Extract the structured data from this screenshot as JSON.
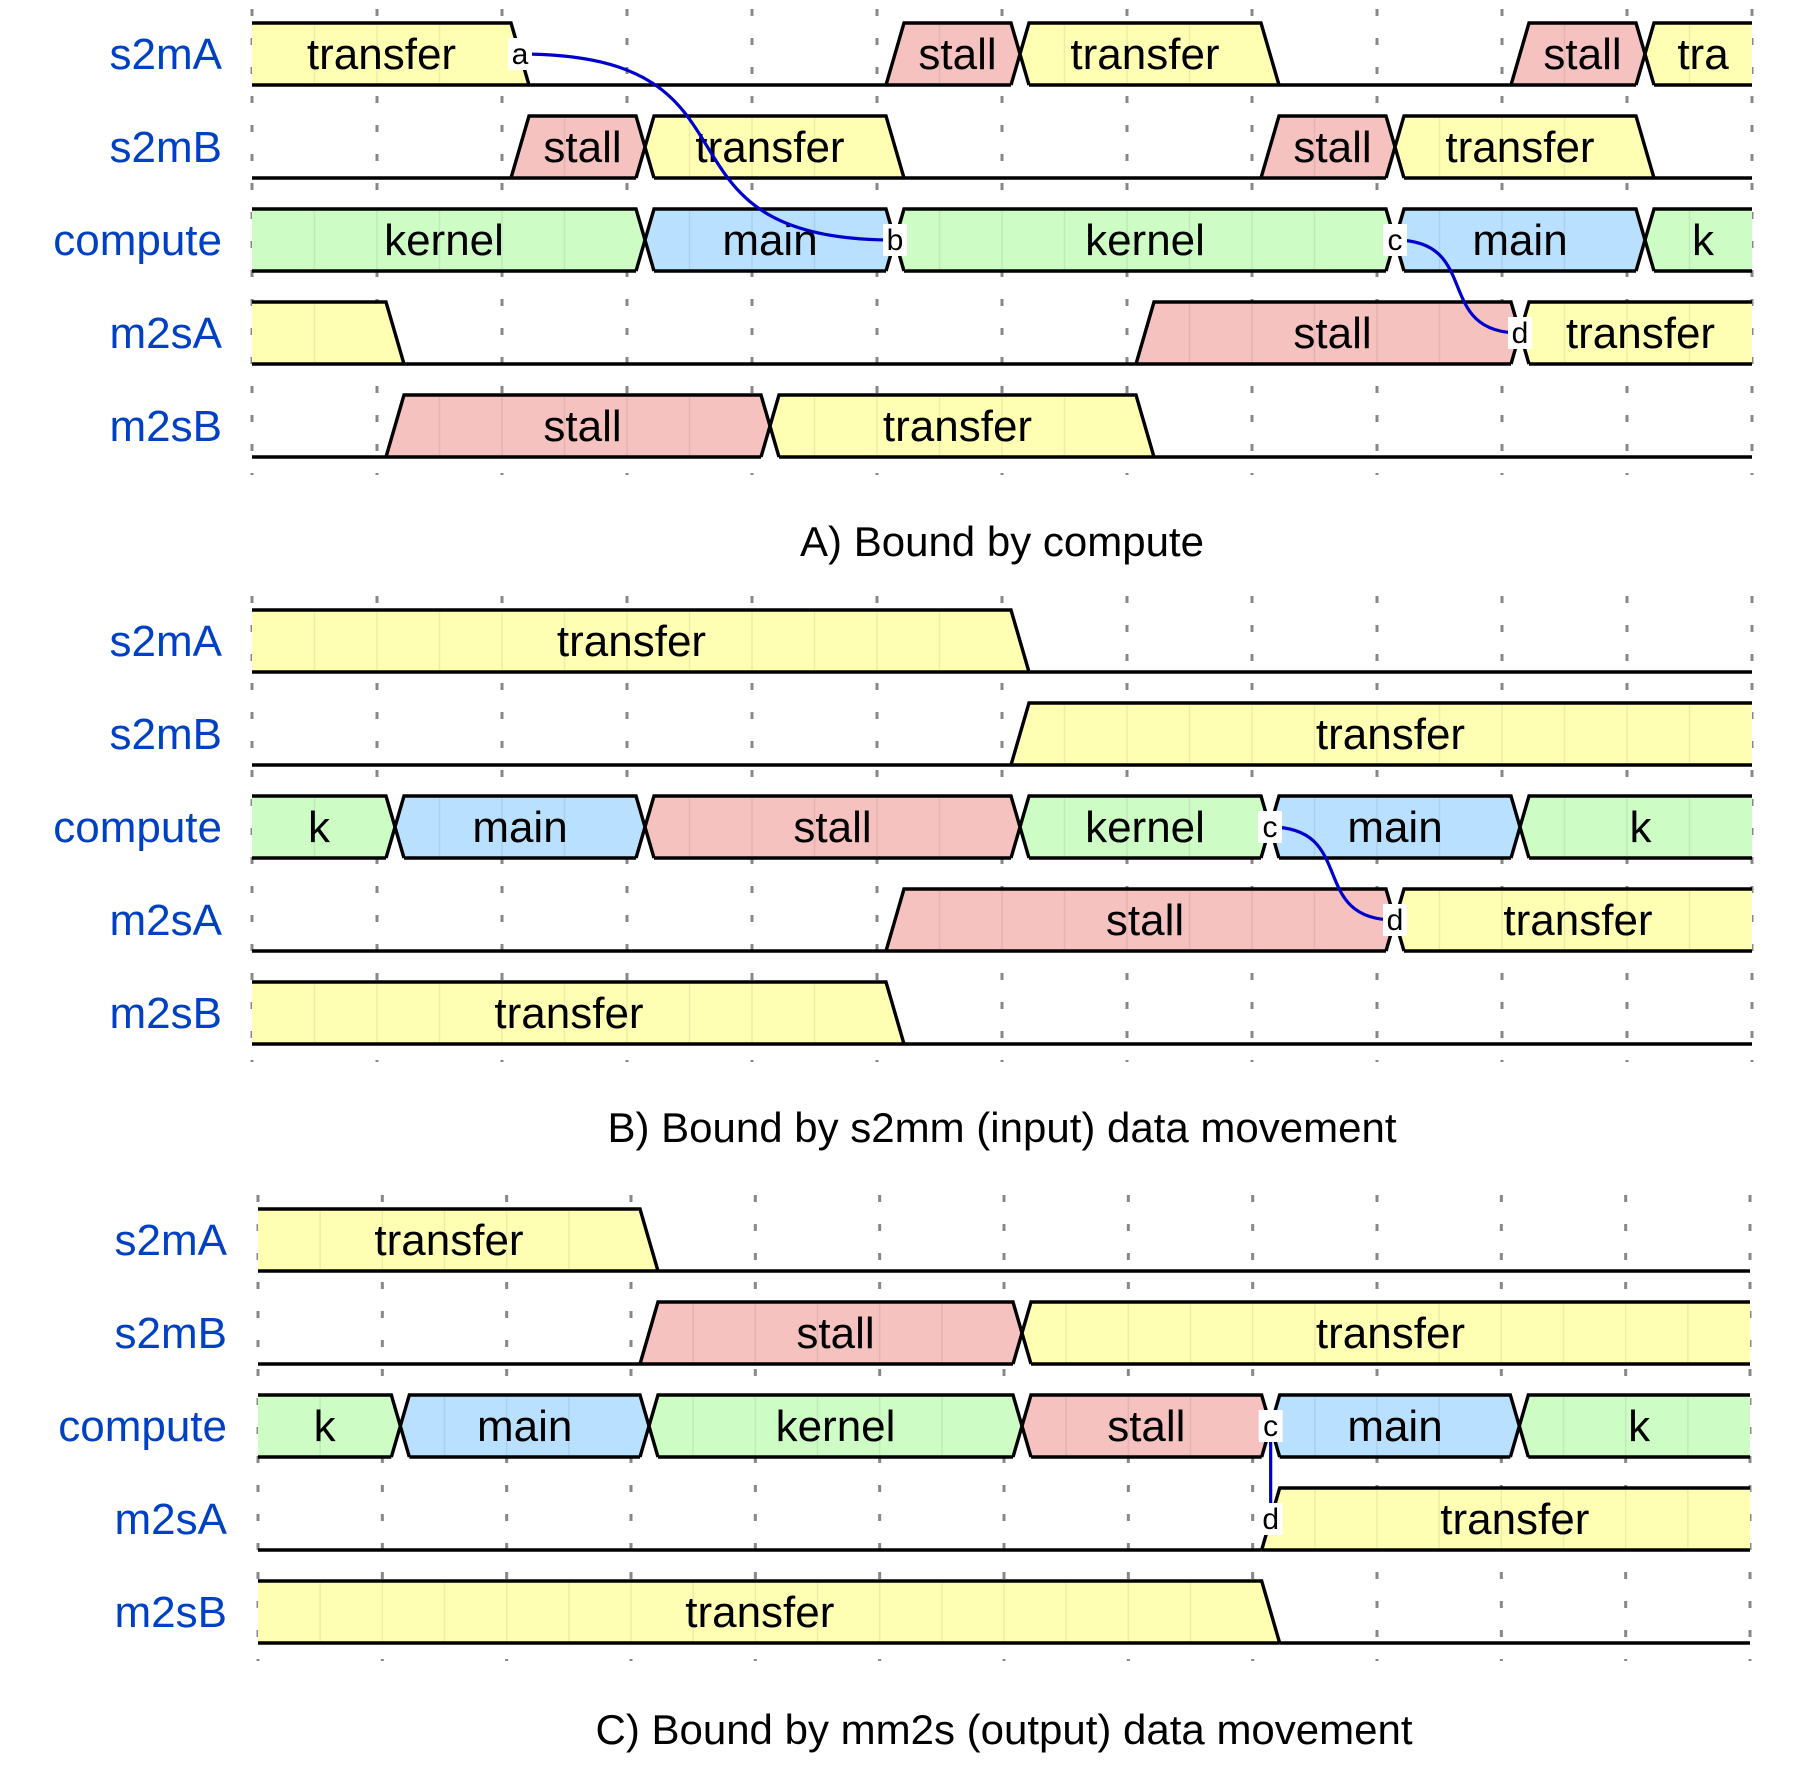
{
  "figure": {
    "periods": 12,
    "half_units": 24,
    "colors": {
      "transfer": "#ffffb4",
      "stall": "#f5c2c0",
      "kernel": "#cdfdc5",
      "main": "#b9e0ff",
      "signal_label": "#0041c4",
      "edge": "#0000cc"
    }
  },
  "chart_data": [
    {
      "type": "timing",
      "title": "A) Bound by compute",
      "lanes": [
        {
          "name": "s2mA",
          "segments": [
            {
              "start": 0,
              "end": 4,
              "kind": "transfer",
              "label": "transfer"
            },
            {
              "start": 10,
              "end": 12,
              "kind": "stall",
              "label": "stall"
            },
            {
              "start": 12,
              "end": 16,
              "kind": "transfer",
              "label": "transfer"
            },
            {
              "start": 20,
              "end": 22,
              "kind": "stall",
              "label": "stall"
            },
            {
              "start": 22,
              "end": 24,
              "kind": "transfer",
              "label": "tra"
            }
          ]
        },
        {
          "name": "s2mB",
          "segments": [
            {
              "start": 4,
              "end": 6,
              "kind": "stall",
              "label": "stall"
            },
            {
              "start": 6,
              "end": 10,
              "kind": "transfer",
              "label": "transfer"
            },
            {
              "start": 16,
              "end": 18,
              "kind": "stall",
              "label": "stall"
            },
            {
              "start": 18,
              "end": 22,
              "kind": "transfer",
              "label": "transfer"
            }
          ]
        },
        {
          "name": "compute",
          "segments": [
            {
              "start": 0,
              "end": 6,
              "kind": "kernel",
              "label": "kernel"
            },
            {
              "start": 6,
              "end": 10,
              "kind": "main",
              "label": "main"
            },
            {
              "start": 10,
              "end": 18,
              "kind": "kernel",
              "label": "kernel"
            },
            {
              "start": 18,
              "end": 22,
              "kind": "main",
              "label": "main"
            },
            {
              "start": 22,
              "end": 24,
              "kind": "kernel",
              "label": "k"
            }
          ]
        },
        {
          "name": "m2sA",
          "segments": [
            {
              "start": 0,
              "end": 2,
              "kind": "transfer",
              "label": ""
            },
            {
              "start": 14,
              "end": 20,
              "kind": "stall",
              "label": "stall"
            },
            {
              "start": 20,
              "end": 24,
              "kind": "transfer",
              "label": "transfer"
            }
          ]
        },
        {
          "name": "m2sB",
          "segments": [
            {
              "start": 2,
              "end": 8,
              "kind": "stall",
              "label": "stall"
            },
            {
              "start": 8,
              "end": 14,
              "kind": "transfer",
              "label": "transfer"
            }
          ]
        }
      ],
      "nodes": [
        {
          "id": "a",
          "lane": 0,
          "at": 4
        },
        {
          "id": "b",
          "lane": 2,
          "at": 10
        },
        {
          "id": "c",
          "lane": 2,
          "at": 18
        },
        {
          "id": "d",
          "lane": 3,
          "at": 20
        }
      ],
      "edges": [
        {
          "from": "a",
          "to": "b",
          "style": "curve"
        },
        {
          "from": "c",
          "to": "d",
          "style": "curve"
        }
      ]
    },
    {
      "type": "timing",
      "title": "B) Bound by s2mm (input) data movement",
      "lanes": [
        {
          "name": "s2mA",
          "segments": [
            {
              "start": 0,
              "end": 12,
              "kind": "transfer",
              "label": "transfer"
            }
          ]
        },
        {
          "name": "s2mB",
          "segments": [
            {
              "start": 12,
              "end": 24,
              "kind": "transfer",
              "label": "transfer"
            }
          ]
        },
        {
          "name": "compute",
          "segments": [
            {
              "start": 0,
              "end": 2,
              "kind": "kernel",
              "label": "k"
            },
            {
              "start": 2,
              "end": 6,
              "kind": "main",
              "label": "main"
            },
            {
              "start": 6,
              "end": 12,
              "kind": "stall",
              "label": "stall"
            },
            {
              "start": 12,
              "end": 16,
              "kind": "kernel",
              "label": "kernel"
            },
            {
              "start": 16,
              "end": 20,
              "kind": "main",
              "label": "main"
            },
            {
              "start": 20,
              "end": 24,
              "kind": "kernel",
              "label": "k"
            }
          ]
        },
        {
          "name": "m2sA",
          "segments": [
            {
              "start": 10,
              "end": 18,
              "kind": "stall",
              "label": "stall"
            },
            {
              "start": 18,
              "end": 24,
              "kind": "transfer",
              "label": "transfer"
            }
          ]
        },
        {
          "name": "m2sB",
          "segments": [
            {
              "start": 0,
              "end": 10,
              "kind": "transfer",
              "label": "transfer"
            }
          ]
        }
      ],
      "nodes": [
        {
          "id": "c",
          "lane": 2,
          "at": 16
        },
        {
          "id": "d",
          "lane": 3,
          "at": 18
        }
      ],
      "edges": [
        {
          "from": "c",
          "to": "d",
          "style": "curve"
        }
      ]
    },
    {
      "type": "timing",
      "title": "C) Bound by mm2s (output) data movement",
      "lanes": [
        {
          "name": "s2mA",
          "segments": [
            {
              "start": 0,
              "end": 6,
              "kind": "transfer",
              "label": "transfer"
            }
          ]
        },
        {
          "name": "s2mB",
          "segments": [
            {
              "start": 6,
              "end": 12,
              "kind": "stall",
              "label": "stall"
            },
            {
              "start": 12,
              "end": 24,
              "kind": "transfer",
              "label": "transfer"
            }
          ]
        },
        {
          "name": "compute",
          "segments": [
            {
              "start": 0,
              "end": 2,
              "kind": "kernel",
              "label": "k"
            },
            {
              "start": 2,
              "end": 6,
              "kind": "main",
              "label": "main"
            },
            {
              "start": 6,
              "end": 12,
              "kind": "kernel",
              "label": "kernel"
            },
            {
              "start": 12,
              "end": 16,
              "kind": "stall",
              "label": "stall"
            },
            {
              "start": 16,
              "end": 20,
              "kind": "main",
              "label": "main"
            },
            {
              "start": 20,
              "end": 24,
              "kind": "kernel",
              "label": "k"
            }
          ]
        },
        {
          "name": "m2sA",
          "segments": [
            {
              "start": 16,
              "end": 24,
              "kind": "transfer",
              "label": "transfer"
            }
          ]
        },
        {
          "name": "m2sB",
          "segments": [
            {
              "start": 0,
              "end": 16,
              "kind": "transfer",
              "label": "transfer"
            }
          ]
        }
      ],
      "nodes": [
        {
          "id": "c",
          "lane": 2,
          "at": 16
        },
        {
          "id": "d",
          "lane": 3,
          "at": 16
        }
      ],
      "edges": [
        {
          "from": "c",
          "to": "d",
          "style": "straight"
        }
      ]
    }
  ]
}
